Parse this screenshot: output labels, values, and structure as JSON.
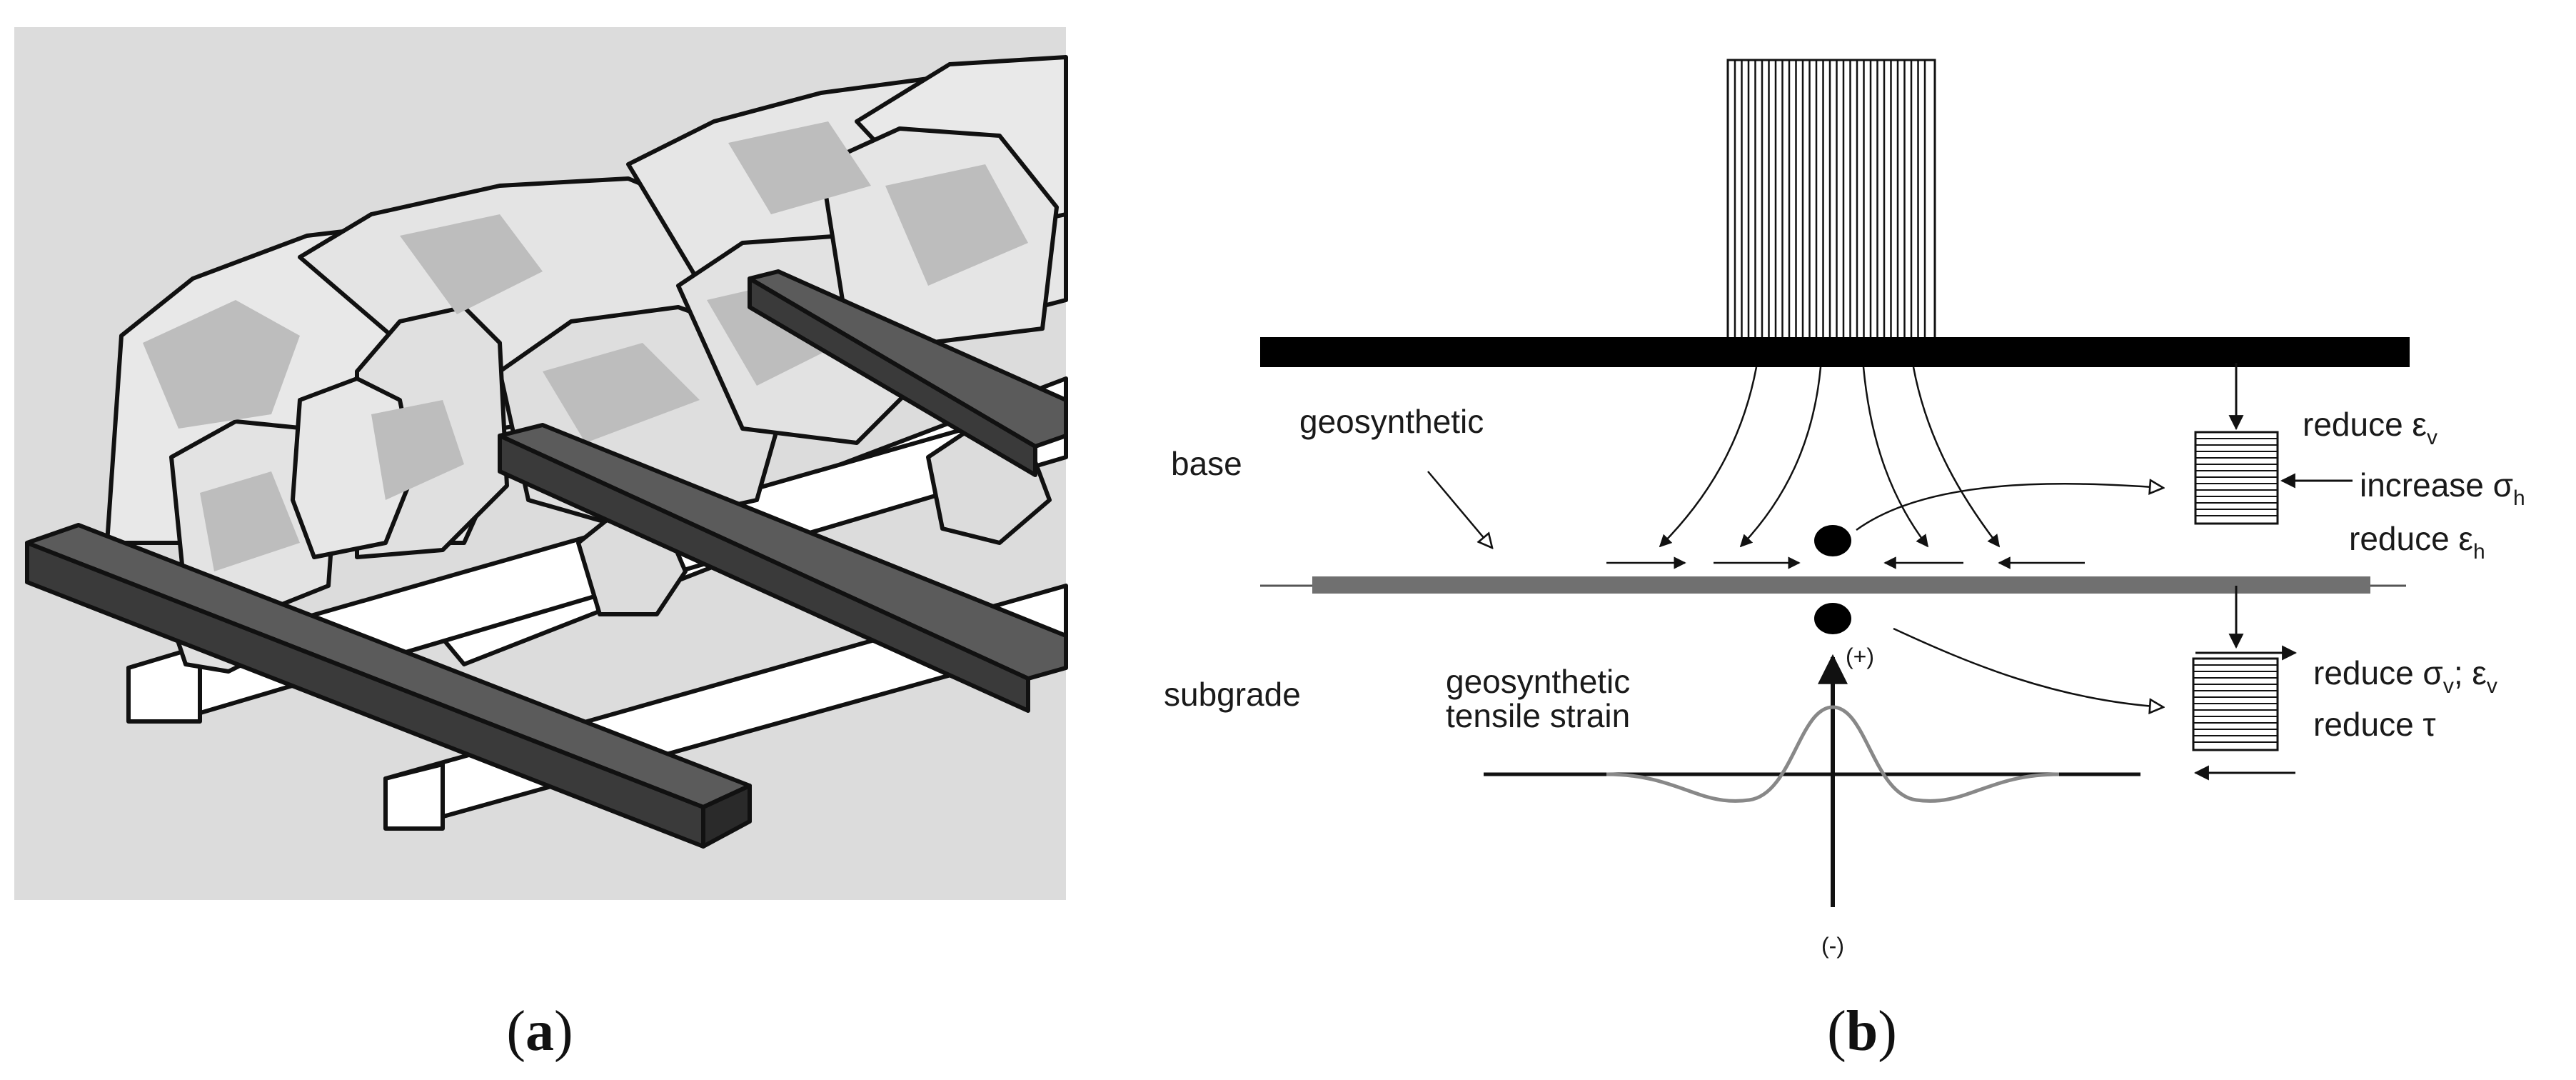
{
  "panel_a": {
    "caption_open": "(",
    "caption_letter": "a",
    "caption_close": ")"
  },
  "panel_b": {
    "caption_open": "(",
    "caption_letter": "b",
    "caption_close": ")",
    "label_base": "base",
    "label_subgrade": "subgrade",
    "label_geosynthetic": "geosynthetic",
    "label_strain_line1": "geosynthetic",
    "label_strain_line2": "tensile strain",
    "axis_plus": "(+)",
    "axis_minus": "(-)",
    "upper_element": {
      "reduce_ev": {
        "text": "reduce ε",
        "sub": "v"
      },
      "increase_sh": {
        "text": "increase σ",
        "sub": "h"
      },
      "reduce_eh": {
        "text": "reduce ε",
        "sub": "h"
      }
    },
    "lower_element": {
      "reduce_sv": {
        "text": "reduce σ",
        "sub": "v"
      },
      "reduce_sv_sep": "; ε",
      "reduce_sv_sub2": "v",
      "reduce_tau": "reduce τ"
    }
  }
}
